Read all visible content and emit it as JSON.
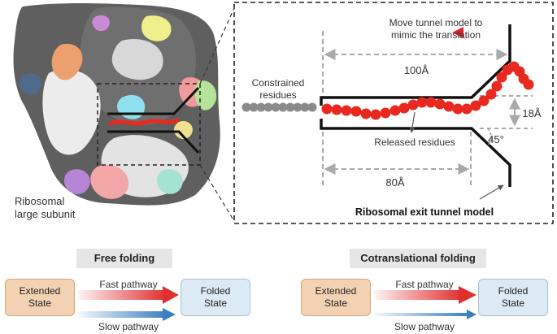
{
  "ribosome": {
    "label_line1": "Ribosomal",
    "label_line2": "large subunit"
  },
  "tunnel_model": {
    "move_note_line1": "Move tunnel model to",
    "move_note_line2": "mimic the translation",
    "constrained_line1": "Constrained",
    "constrained_line2": "residues",
    "released": "Released residues",
    "dim_length_total": "100Å",
    "dim_length_channel": "80Å",
    "dim_width": "18Å",
    "dim_angle": "45°",
    "caption": "Ribosomal exit tunnel model"
  },
  "free_folding": {
    "title": "Free folding",
    "start_line1": "Extended",
    "start_line2": "State",
    "end_line1": "Folded",
    "end_line2": "State",
    "fast_label": "Fast pathway",
    "slow_label": "Slow pathway"
  },
  "cotranslational_folding": {
    "title": "Cotranslational folding",
    "start_line1": "Extended",
    "start_line2": "State",
    "end_line1": "Folded",
    "end_line2": "State",
    "fast_label": "Fast pathway",
    "slow_label": "Slow pathway"
  },
  "colors": {
    "residue_red": "#e8291f",
    "constrained_gray": "#8a8a8a",
    "fast_arrow": "#e03030",
    "slow_arrow": "#3a7fc0"
  }
}
